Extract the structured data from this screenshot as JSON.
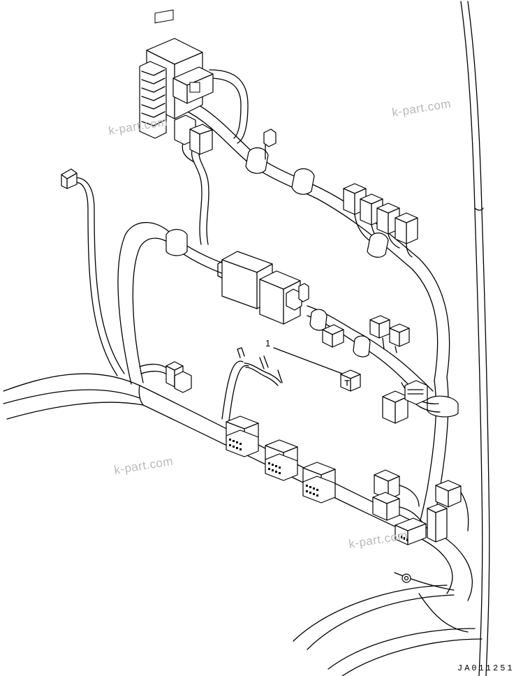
{
  "callout": {
    "number": "1"
  },
  "drawing_code": "JA011251",
  "watermarks": [
    "k-part.com",
    "k-part.com",
    "k-part.com",
    "k-part.com"
  ],
  "colors": {
    "line": "#000000",
    "watermark": "#b9b9b9",
    "background": "#ffffff"
  }
}
